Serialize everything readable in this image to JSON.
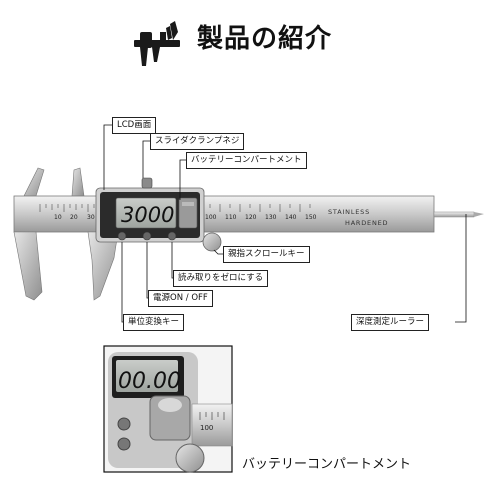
{
  "title": "製品の紹介",
  "labels": {
    "lcd_screen": "LCD画面",
    "slide_clamp_screw": "スライダクランプネジ",
    "battery_compartment": "バッテリーコンパートメント",
    "thumb_scroll_key": "親指スクロールキー",
    "zero_reading": "読み取りをゼロにする",
    "power_on_off": "電源ON / OFF",
    "unit_convert_key": "単位変換キー",
    "depth_rule": "深度測定ルーラー"
  },
  "display": {
    "reading": "3000",
    "reading_detail": "00.00"
  },
  "scale": {
    "numbers": [
      "10",
      "20",
      "30",
      "100",
      "110",
      "120",
      "130",
      "140",
      "150"
    ],
    "text_stainless": "STAINLESS",
    "text_hardened": "HARDENED",
    "detail_number": "100"
  },
  "detail_caption": "バッテリーコンパートメント",
  "icons": {
    "header": "caliper-icon"
  }
}
